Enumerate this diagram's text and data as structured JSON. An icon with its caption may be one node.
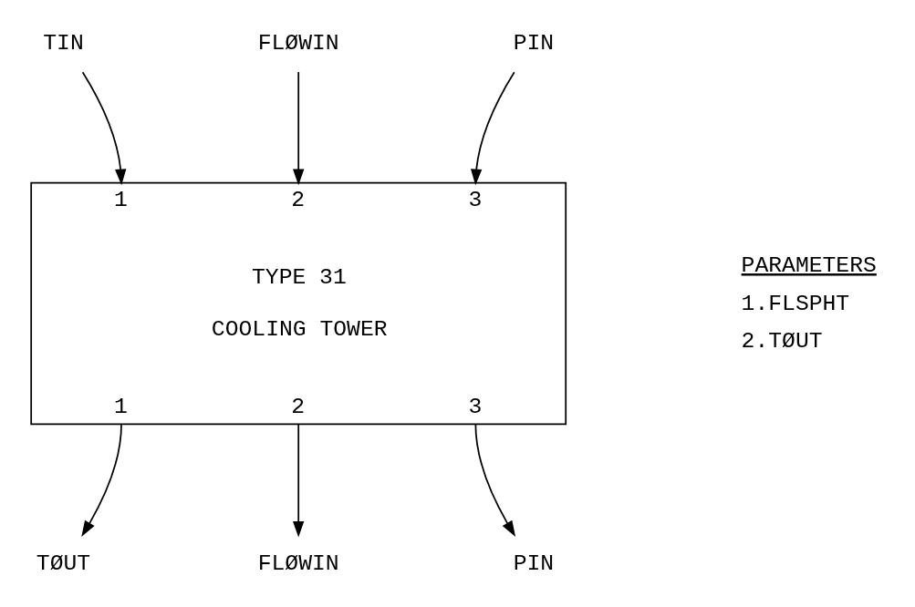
{
  "diagram": {
    "nodes": [
      {
        "text": [
          "TIN"
        ]
      },
      {
        "text": [
          "FLØWIN"
        ]
      },
      {
        "text": [
          "PIN"
        ]
      },
      {
        "text": [
          "TYPE 31",
          "COOLING TOWER"
        ]
      },
      {
        "text": [
          "TØUT"
        ]
      },
      {
        "text": [
          "FLØWIN"
        ]
      },
      {
        "text": [
          "PIN"
        ]
      }
    ],
    "edges": [
      {
        "from": 0,
        "to": 3,
        "arrow": "to"
      },
      {
        "from": 1,
        "to": 3,
        "arrow": "to"
      },
      {
        "from": 2,
        "to": 3,
        "arrow": "to"
      },
      {
        "from": 3,
        "to": 4,
        "arrow": "to"
      },
      {
        "from": 3,
        "to": 5,
        "arrow": "to"
      },
      {
        "from": 3,
        "to": 6,
        "arrow": "to"
      }
    ],
    "labels": [
      "1",
      "2",
      "3",
      "1",
      "2",
      "3",
      "PARAMETERS",
      "1.FLSPHT",
      "2.TØUT"
    ]
  }
}
